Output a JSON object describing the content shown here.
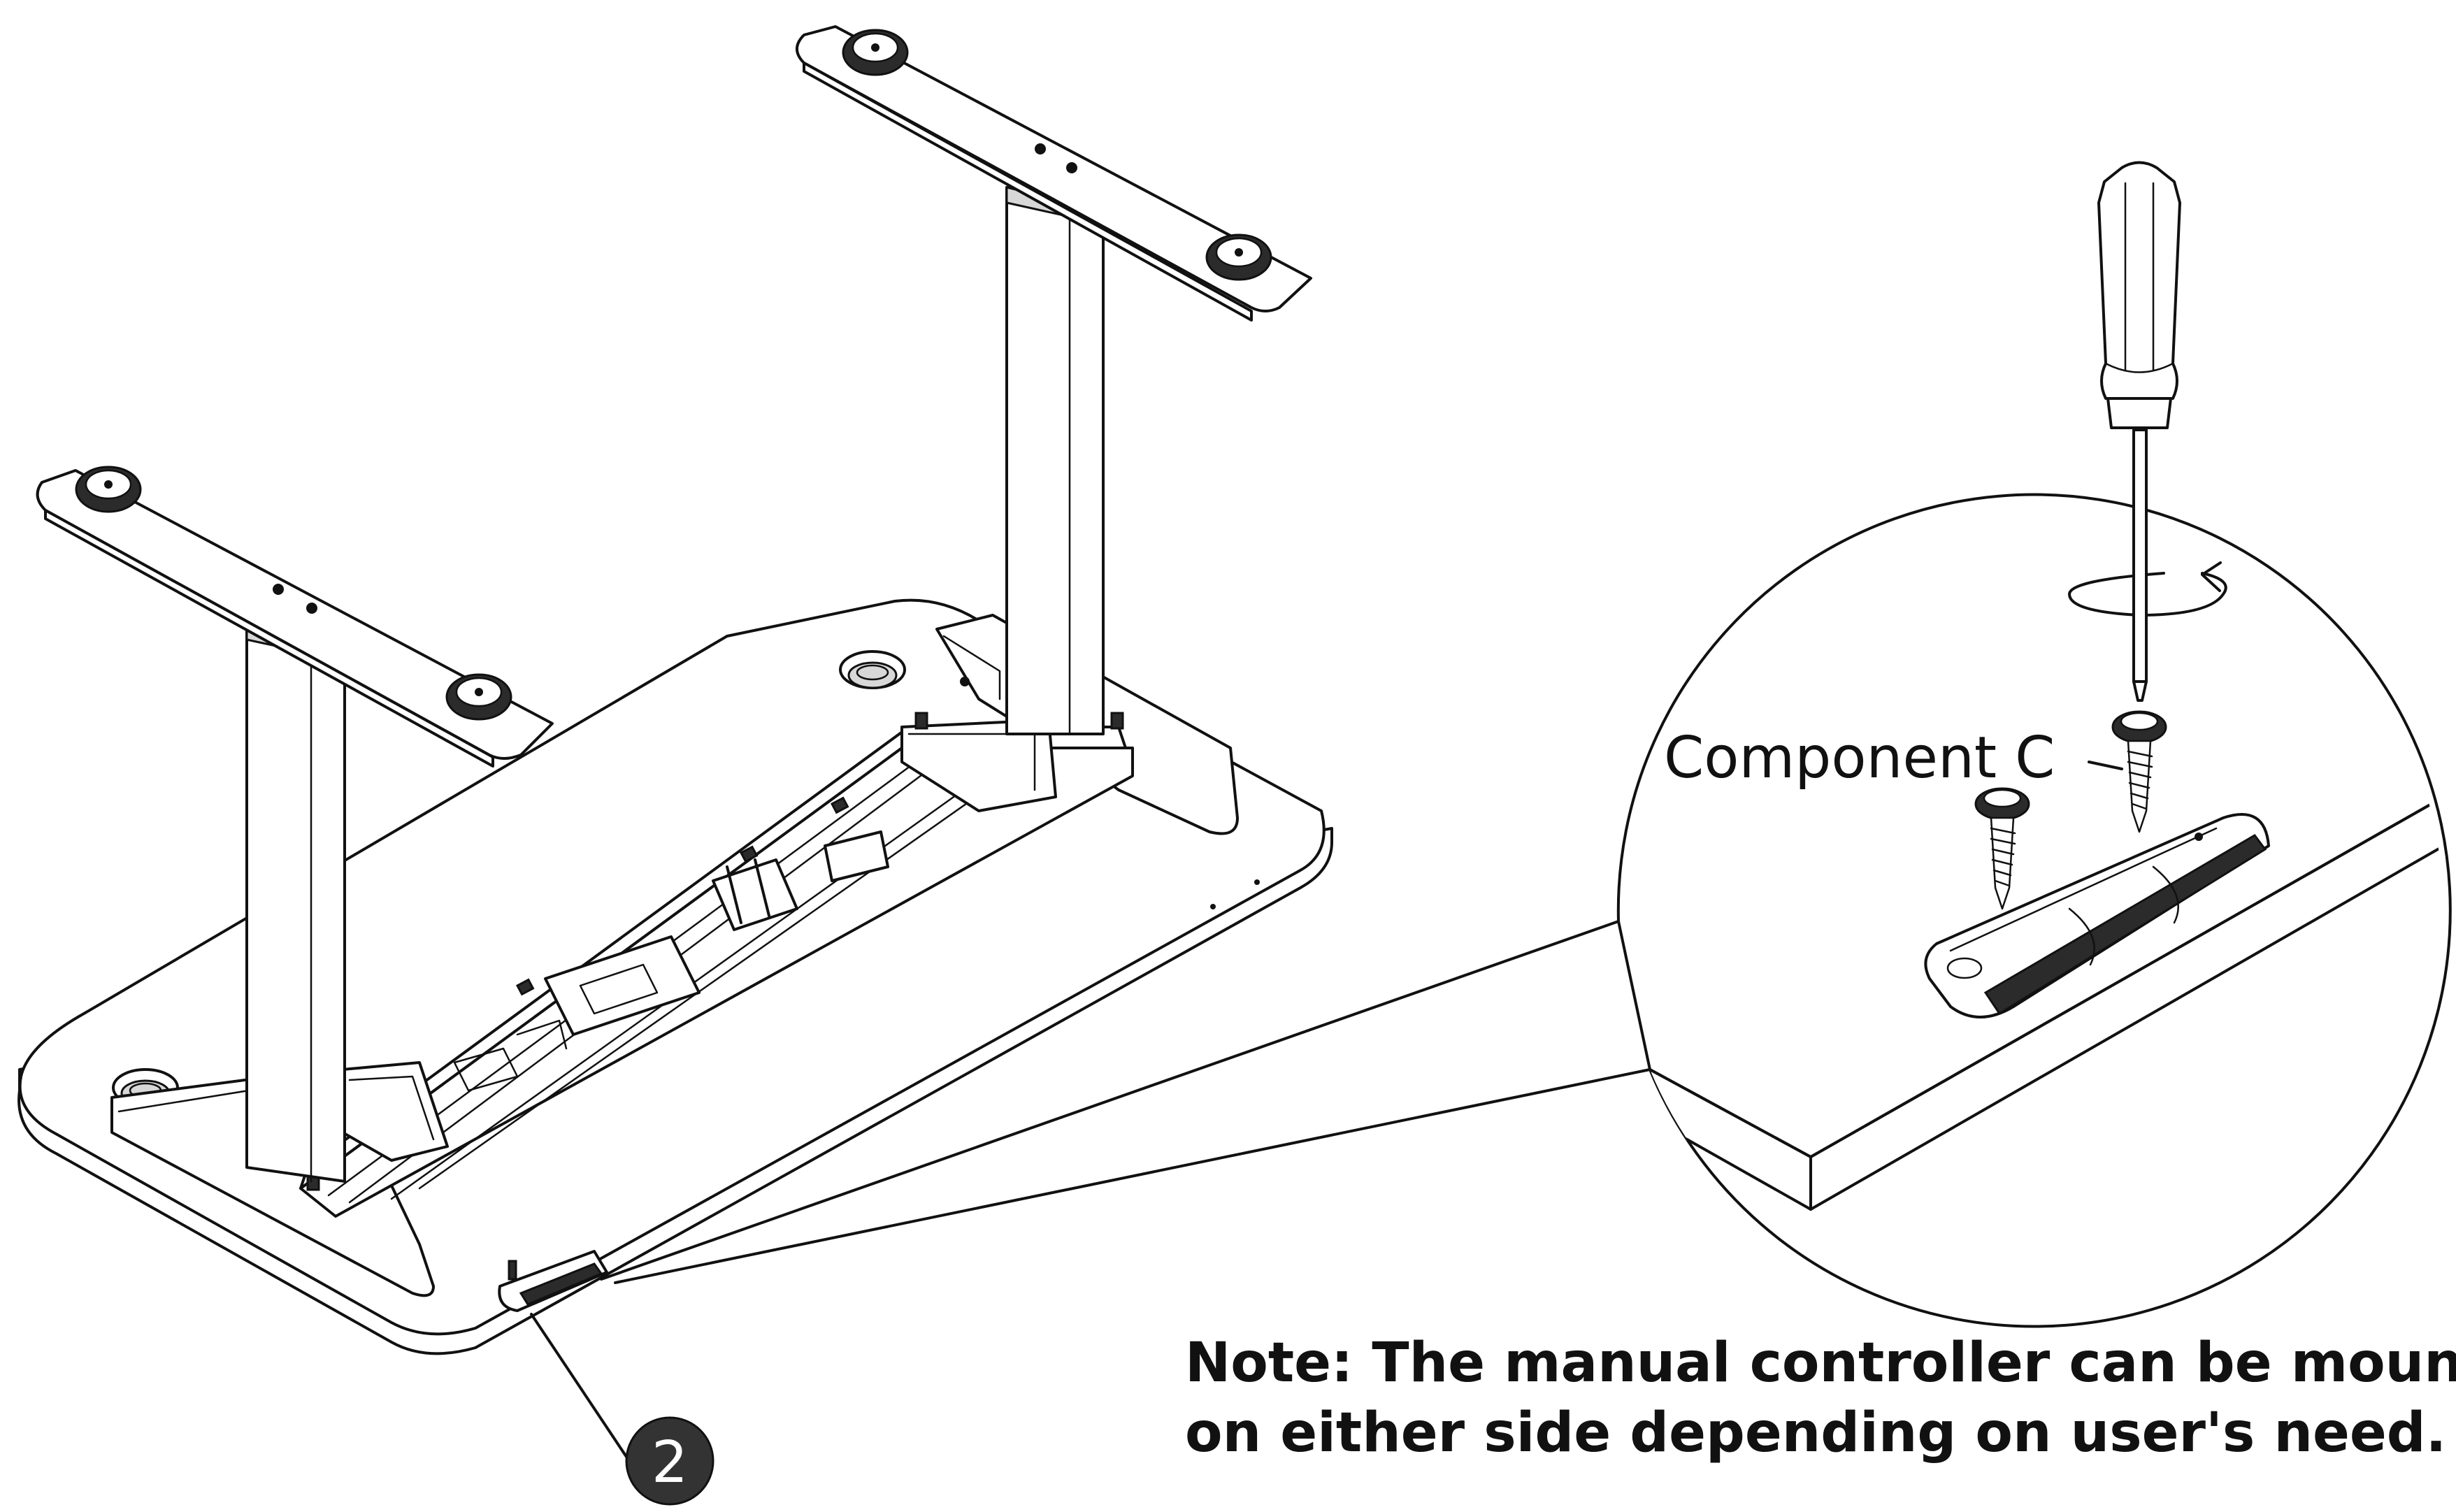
{
  "callout_label": "Component C",
  "step_badge": "2",
  "note": {
    "line1": "Note: The manual controller can be mounte",
    "line2": "on either side depending on user's need."
  }
}
